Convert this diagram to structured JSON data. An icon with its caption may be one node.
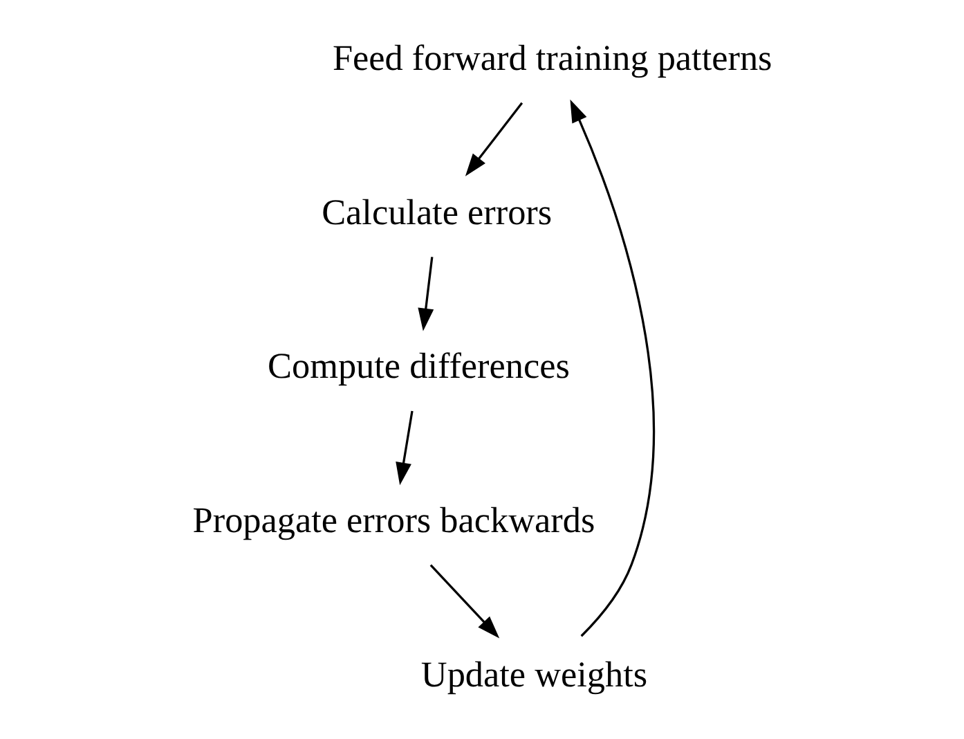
{
  "diagram": {
    "nodes": [
      {
        "text": [
          "Feed forward training patterns"
        ]
      },
      {
        "text": [
          "Calculate errors"
        ]
      },
      {
        "text": [
          "Compute differences"
        ]
      },
      {
        "text": [
          "Propagate errors backwards"
        ]
      },
      {
        "text": [
          "Update weights"
        ]
      }
    ],
    "edges": [
      {
        "from": 0,
        "to": 1,
        "arrow": "to"
      },
      {
        "from": 1,
        "to": 2,
        "arrow": "to"
      },
      {
        "from": 2,
        "to": 3,
        "arrow": "to"
      },
      {
        "from": 3,
        "to": 4,
        "arrow": "to"
      },
      {
        "from": 4,
        "to": 0,
        "arrow": "to"
      }
    ]
  }
}
